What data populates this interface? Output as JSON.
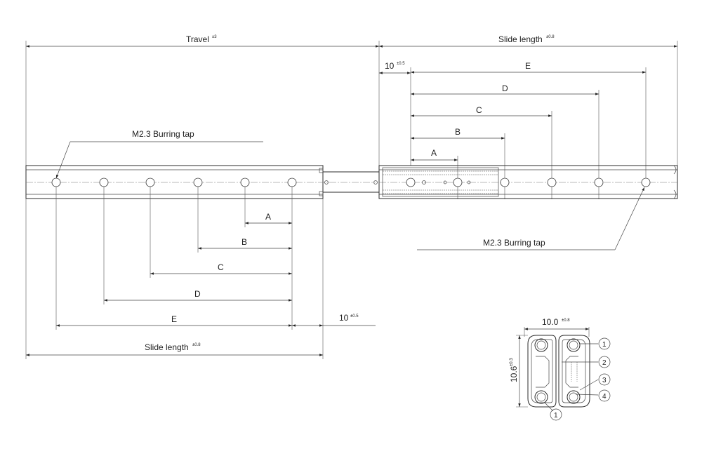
{
  "labels": {
    "travel": "Travel",
    "travel_tol": "±3",
    "slide_length": "Slide length",
    "slide_length_tol": "±0.8",
    "ten": "10",
    "ten_tol": "±0.5",
    "a": "A",
    "b": "B",
    "c": "C",
    "d": "D",
    "e": "E",
    "burring_tap": "M2.3 Burring tap",
    "width": "10.0",
    "width_tol": "±0.8",
    "height": "10.6",
    "height_tol": "±0.3"
  },
  "callouts": [
    "1",
    "2",
    "3",
    "4",
    "1"
  ]
}
